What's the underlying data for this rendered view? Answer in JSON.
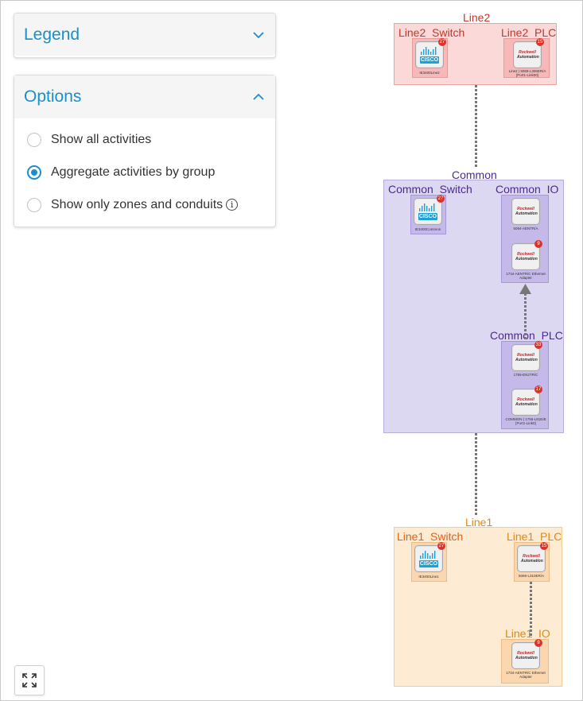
{
  "legend": {
    "title": "Legend"
  },
  "options": {
    "title": "Options",
    "items": [
      {
        "label": "Show all activities",
        "selected": false
      },
      {
        "label": "Aggregate activities by group",
        "selected": true
      },
      {
        "label": "Show only zones and conduits",
        "selected": false,
        "info": "i"
      }
    ]
  },
  "zones": {
    "line2": {
      "name": "Line2",
      "color": "#c0392b"
    },
    "common": {
      "name": "Common",
      "color": "#4b2a8f"
    },
    "line1": {
      "name": "Line1",
      "color": "#e08a12"
    }
  },
  "groups": {
    "line2_switch": "Line2_Switch",
    "line2_plc": "Line2_PLC",
    "common_switch": "Common_Switch",
    "common_io": "Common_IO",
    "common_plc": "Common_PLC",
    "line1_switch": "Line1_Switch",
    "line1_plc": "Line1_PLC",
    "line1_io": "Line1_IO"
  },
  "nodes": {
    "line2_switch": {
      "badge": "27",
      "caption": "IE3400Line2"
    },
    "line2_plc": {
      "badge": "15",
      "caption": "Line2 | 5069-L306ER/A\n[Port1-Link00]"
    },
    "common_switch": {
      "badge": "27",
      "caption": "IE3400Common"
    },
    "common_io_1": {
      "badge": "",
      "caption": "5094-AENTR/A"
    },
    "common_io_2": {
      "badge": "9",
      "caption": "1734-AENTR/C Ethernet\nAdapter"
    },
    "common_plc_1": {
      "badge": "33",
      "caption": "1756-EN2TR/C"
    },
    "common_plc_2": {
      "badge": "17",
      "caption": "COMMON | 1756-L81E/B\n[Port1-Link0]"
    },
    "line1_switch": {
      "badge": "27",
      "caption": "IE3400Line1"
    },
    "line1_plc": {
      "badge": "15",
      "caption": "5069-L310ER/A"
    },
    "line1_io": {
      "badge": "9",
      "caption": "1734-AENTR/C Ethernet\nAdapter"
    }
  },
  "vendor": {
    "cisco": "CISCO",
    "rockwell_1": "Rockwell",
    "rockwell_2": "Automation"
  },
  "icons": {
    "legend_toggle": "chevron-down-icon",
    "options_toggle": "chevron-up-icon",
    "fullscreen": "expand-icon",
    "info": "info-icon"
  }
}
